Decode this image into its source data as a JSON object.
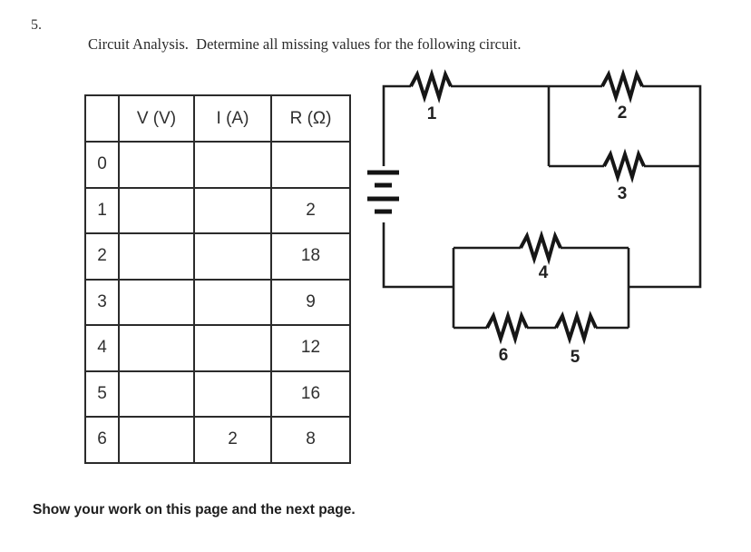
{
  "page": {
    "problem_number": "5.",
    "title": "Circuit Analysis.  Determine all missing values for the following circuit.",
    "footer": "Show your work on this page and the next page."
  },
  "table": {
    "col_headers": [
      "",
      "V (V)",
      "I (A)",
      "R (Ω)"
    ],
    "rows": [
      {
        "label": "0",
        "v": "",
        "i": "",
        "r": ""
      },
      {
        "label": "1",
        "v": "",
        "i": "",
        "r": "2"
      },
      {
        "label": "2",
        "v": "",
        "i": "",
        "r": "18"
      },
      {
        "label": "3",
        "v": "",
        "i": "",
        "r": "9"
      },
      {
        "label": "4",
        "v": "",
        "i": "",
        "r": "12"
      },
      {
        "label": "5",
        "v": "",
        "i": "",
        "r": "16"
      },
      {
        "label": "6",
        "v": "",
        "i": "2",
        "r": "8"
      }
    ]
  },
  "circuit": {
    "ink_color": "#1d1d1d",
    "battery_cells": 2,
    "resistor_labels": {
      "r1": "1",
      "r2": "2",
      "r3": "3",
      "r4": "4",
      "r5": "5",
      "r6": "6"
    }
  }
}
